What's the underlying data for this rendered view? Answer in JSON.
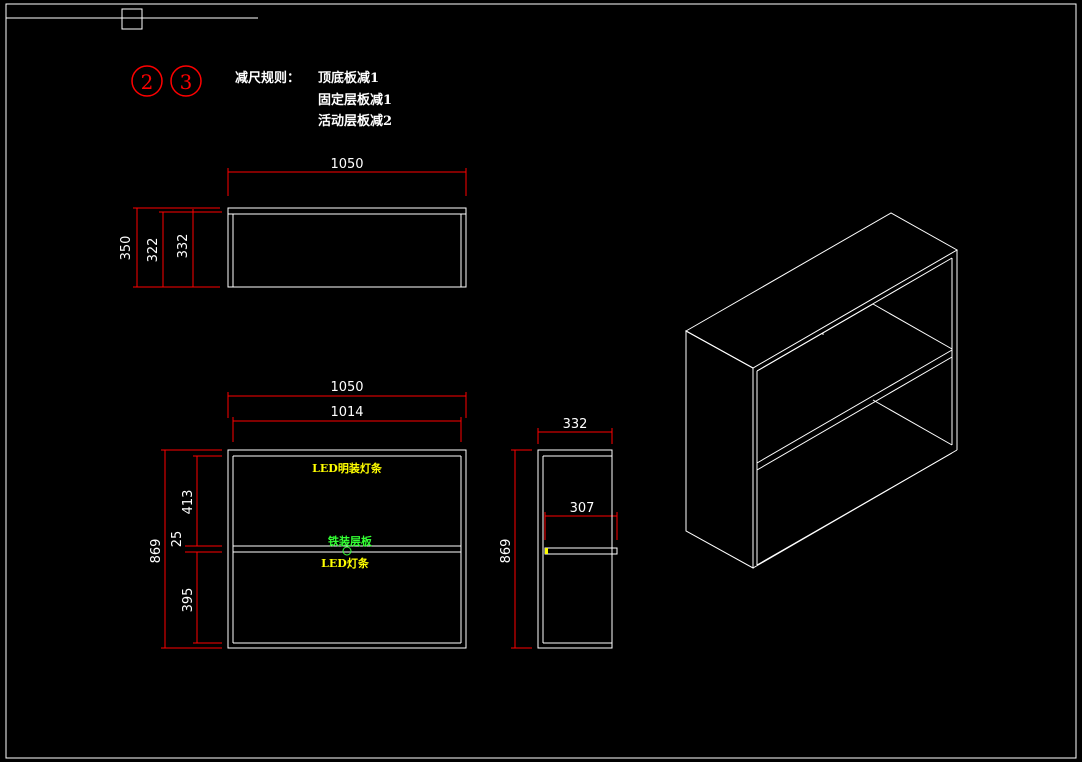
{
  "colors": {
    "background": "#000000",
    "outline": "#ffffff",
    "dimension": "#ff0000",
    "label_yellow": "#ffff00",
    "label_green": "#33ff33",
    "marker": "#ff0000"
  },
  "markers": [
    "2",
    "3"
  ],
  "notes": {
    "rule_title": "减尺规则：",
    "lines": [
      "顶底板减1",
      "固定层板减1",
      "活动层板减2"
    ]
  },
  "top_view": {
    "width_dim": "1050",
    "depth_dims": [
      "350",
      "322",
      "332"
    ]
  },
  "front_view": {
    "outer_width": "1050",
    "inner_width": "1014",
    "height": "869",
    "upper_gap": "413",
    "shelf_thickness": "25",
    "lower_gap": "395",
    "label_top": "LED明装灯条",
    "label_shelf": "铁装层板",
    "label_bottom": "LED灯条"
  },
  "side_view": {
    "depth": "332",
    "shelf_depth": "307",
    "height": "869"
  },
  "icons": {
    "circled_numbers": "circled-number-icon",
    "cursor": "crosshair-cursor-icon"
  }
}
